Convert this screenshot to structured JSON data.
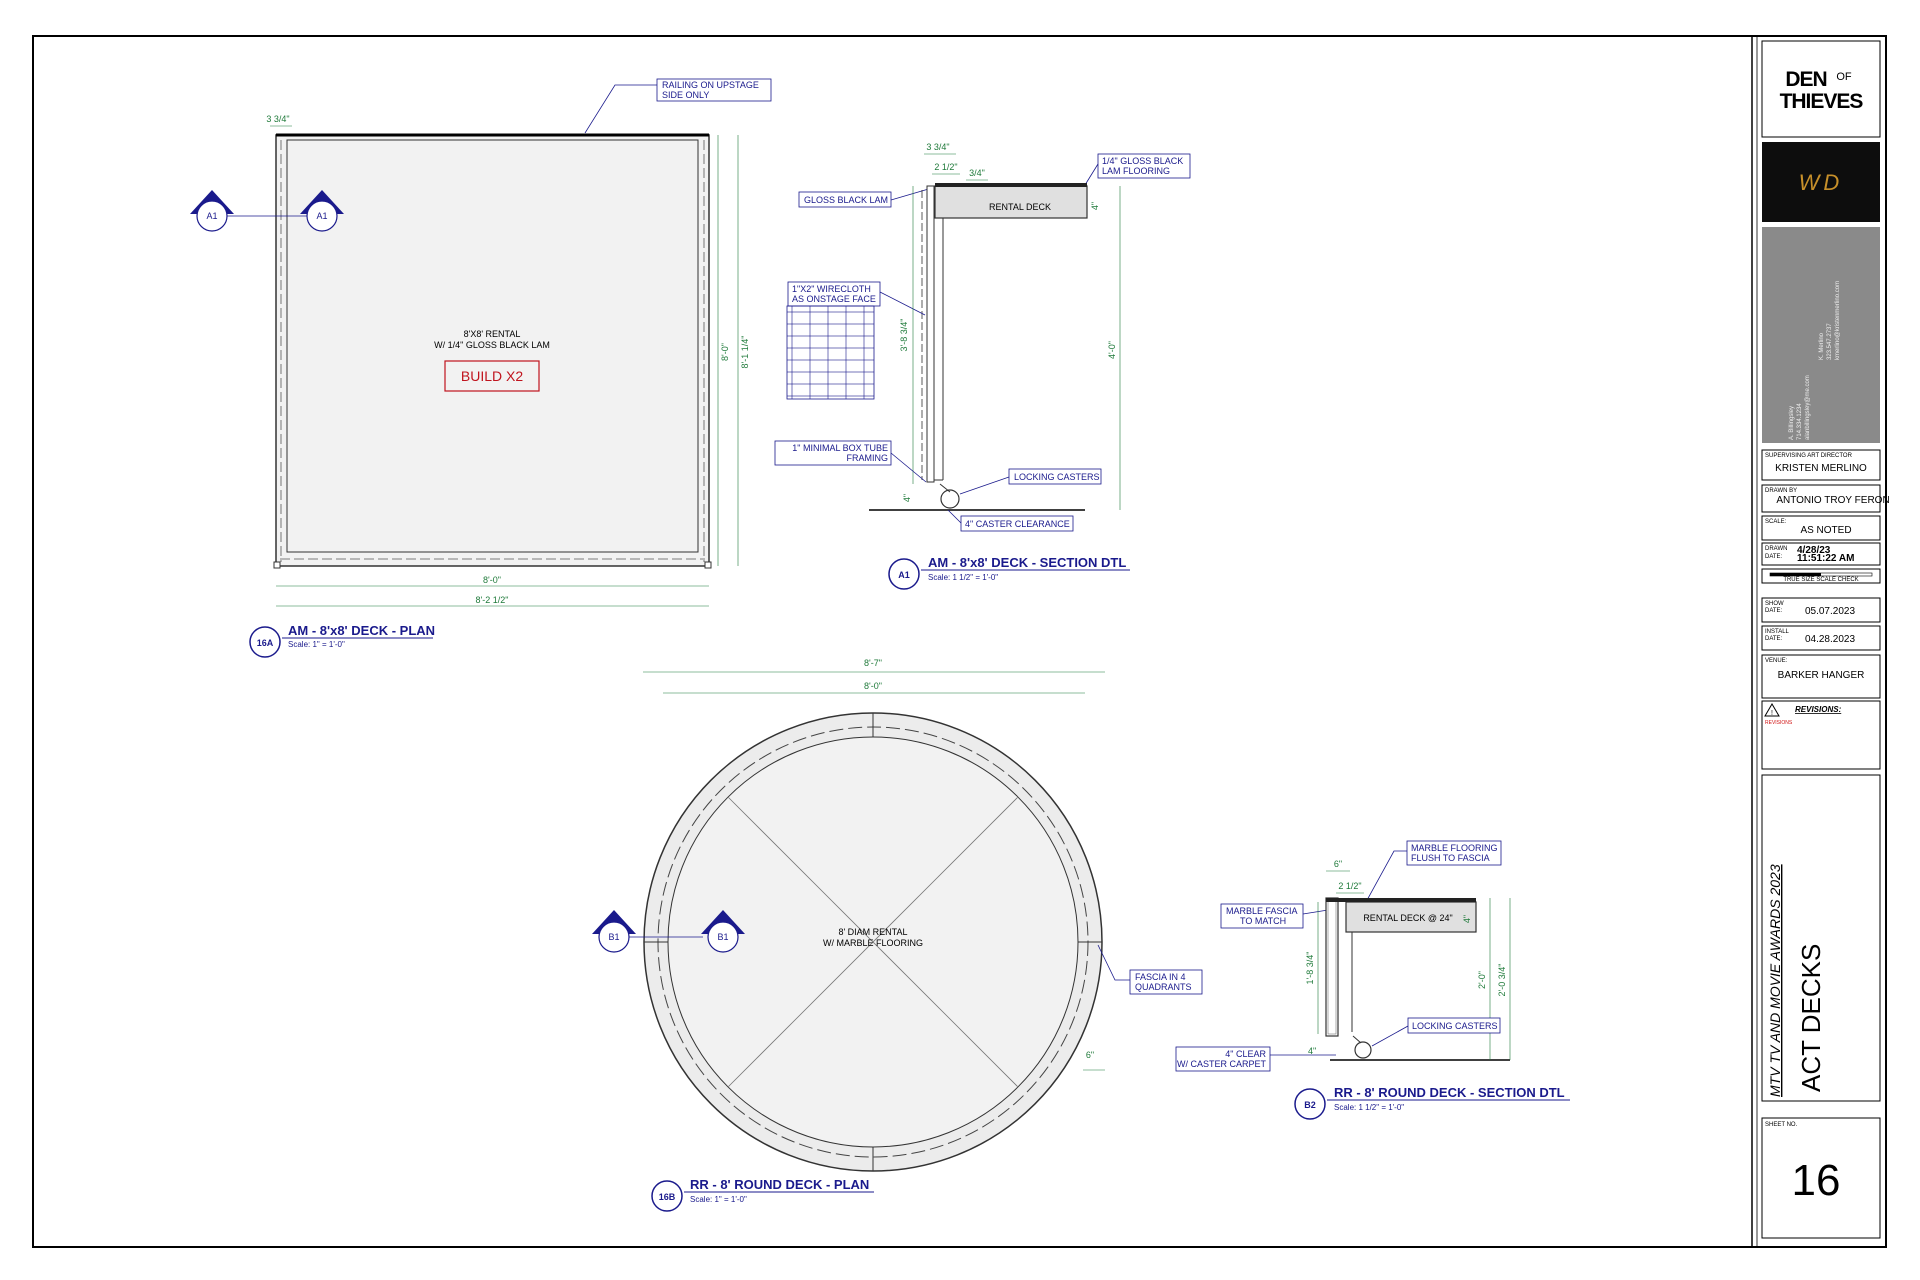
{
  "plan_8x8": {
    "railing_note": [
      "RAILING ON UPSTAGE",
      "SIDE ONLY"
    ],
    "dim_edge": "3 3/4\"",
    "center_label": [
      "8'X8' RENTAL",
      "W/ 1/4\" GLOSS BLACK LAM"
    ],
    "build_tag": "BUILD X2",
    "dim_height_inner": "8'-0\"",
    "dim_height_outer": "8'-1 1/4\"",
    "dim_width_inner": "8'-0\"",
    "dim_width_outer": "8'-2 1/2\"",
    "section_marker": "A1",
    "title_badge": "16A",
    "title": "AM - 8'x8' DECK - PLAN",
    "scale": "Scale: 1\" = 1'-0\""
  },
  "section_a1": {
    "dim_top_left": "3 3/4\"",
    "dim_top_inner": "2 1/2\"",
    "dim_top_small": "3/4\"",
    "flooring_note": [
      "1/4\" GLOSS BLACK",
      "LAM FLOORING"
    ],
    "gloss_note": "GLOSS BLACK LAM",
    "deck_label": "RENTAL DECK",
    "dim_deck": "4\"",
    "wirecloth_note": [
      "1\"X2\" WIRECLOTH",
      "AS ONSTAGE FACE"
    ],
    "dim_face": "3'-8 3/4\"",
    "dim_total": "4'-0\"",
    "framing_note": [
      "1\" MINIMAL BOX TUBE",
      "FRAMING"
    ],
    "casters_note": "LOCKING CASTERS",
    "dim_caster": "4\"",
    "clearance_note": "4\" CASTER CLEARANCE",
    "title_badge": "A1",
    "title": "AM - 8'x8' DECK - SECTION DTL",
    "scale": "Scale: 1 1/2\" = 1'-0\""
  },
  "plan_round": {
    "dim_outer": "8'-7\"",
    "dim_inner": "8'-0\"",
    "center_label": [
      "8' DIAM RENTAL",
      "W/ MARBLE FLOORING"
    ],
    "fascia_note": [
      "FASCIA IN 4",
      "QUADRANTS"
    ],
    "dim_fascia": "6\"",
    "section_marker": "B1",
    "title_badge": "16B",
    "title": "RR - 8' ROUND DECK - PLAN",
    "scale": "Scale: 1\" = 1'-0\""
  },
  "section_b2": {
    "dim_top": "6\"",
    "dim_top_inner": "2 1/2\"",
    "marble_floor_note": [
      "MARBLE FLOORING",
      "FLUSH TO FASCIA"
    ],
    "marble_fascia_note": [
      "MARBLE FASCIA",
      "TO MATCH"
    ],
    "deck_label": "RENTAL DECK @ 24\"",
    "dim_deck": "4\"",
    "dim_face": "1'-8 3/4\"",
    "dim_mid": "2'-0\"",
    "dim_total": "2'-0 3/4\"",
    "casters_note": "LOCKING CASTERS",
    "clear_note": [
      "4\" CLEAR",
      "W/ CASTER CARPET"
    ],
    "dim_caster": "4\"",
    "title_badge": "B2",
    "title": "RR - 8' ROUND DECK - SECTION DTL",
    "scale": "Scale: 1 1/2\" = 1'-0\""
  },
  "title_block": {
    "logo_den": "DEN",
    "logo_of": "OF",
    "logo_thieves": "THIEVES",
    "logo_wd": "WD",
    "contact_left": [
      "A. Billingsley",
      "714.334.1234",
      "alanbillingsley@me.com"
    ],
    "contact_right": [
      "K. Merlino",
      "323.547.2737",
      "kmerlino@kristenmerlino.com"
    ],
    "supervising_label": "SUPERVISING ART DIRECTOR",
    "supervising": "KRISTEN MERLINO",
    "drawn_by_label": "DRAWN BY",
    "drawn_by": "ANTONIO TROY FERON",
    "scale_label": "SCALE:",
    "scale": "AS NOTED",
    "drawn_label": "DRAWN",
    "date_label": "DATE:",
    "drawn_date": "4/28/23",
    "drawn_time": "11:51:22 AM",
    "scale_check": "TRUE SIZE SCALE CHECK",
    "show_label": "SHOW",
    "show_date": "05.07.2023",
    "install_label": "INSTALL",
    "install_date": "04.28.2023",
    "venue_label": "VENUE:",
    "venue": "BARKER HANGER",
    "revisions_label": "REVISIONS:",
    "revisions_red": "REVISIONS",
    "project": "MTV TV AND MOVIE AWARDS 2023",
    "sheet_title": "ACT DECKS",
    "sheet_no_label": "SHEET NO.",
    "sheet_no": "16"
  }
}
